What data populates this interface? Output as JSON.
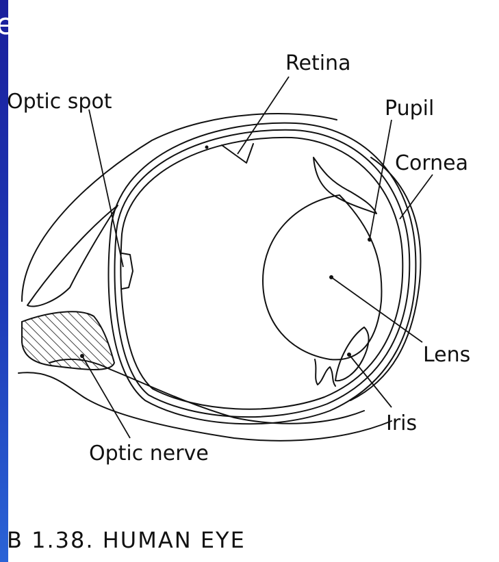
{
  "slide": {
    "title_fragment": "e",
    "background_color": "#1e3bb8"
  },
  "figure": {
    "labels": {
      "retina": "Retina",
      "optic_spot": "Optic spot",
      "pupil": "Pupil",
      "cornea": "Cornea",
      "lens": "Lens",
      "iris": "Iris",
      "optic_nerve": "Optic nerve"
    },
    "caption": "B 1.38. HUMAN EYE"
  }
}
